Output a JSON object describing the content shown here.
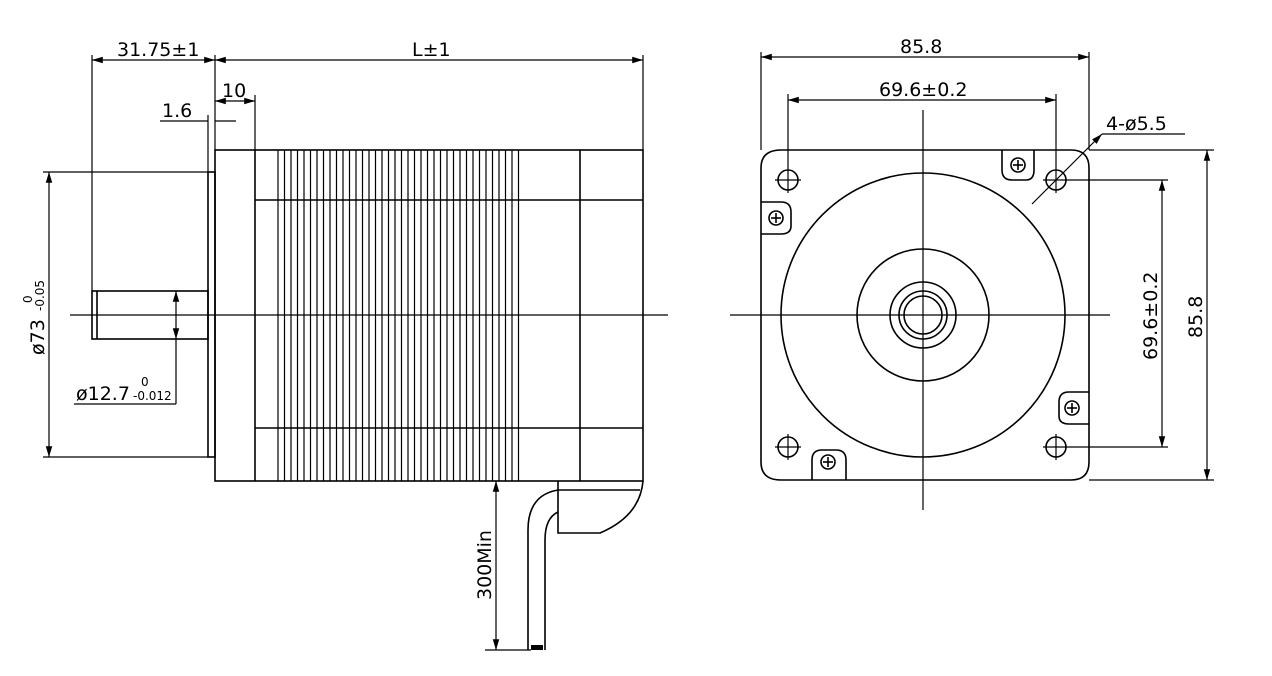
{
  "side_view": {
    "shaft_length": "31.75±1",
    "body_length": "L±1",
    "pilot_offset": "10",
    "flange_thickness": "1.6",
    "pilot_diameter": "ø73",
    "pilot_tol_upper": "0",
    "pilot_tol_lower": "-0.05",
    "shaft_diameter": "ø12.7",
    "shaft_tol_upper": "0",
    "shaft_tol_lower": "-0.012",
    "lead_length": "300Min"
  },
  "front_view": {
    "width": "85.8",
    "hole_spacing_h": "69.6±0.2",
    "hole_spec": "4-ø5.5",
    "hole_spacing_v": "69.6±0.2",
    "height": "85.8"
  }
}
